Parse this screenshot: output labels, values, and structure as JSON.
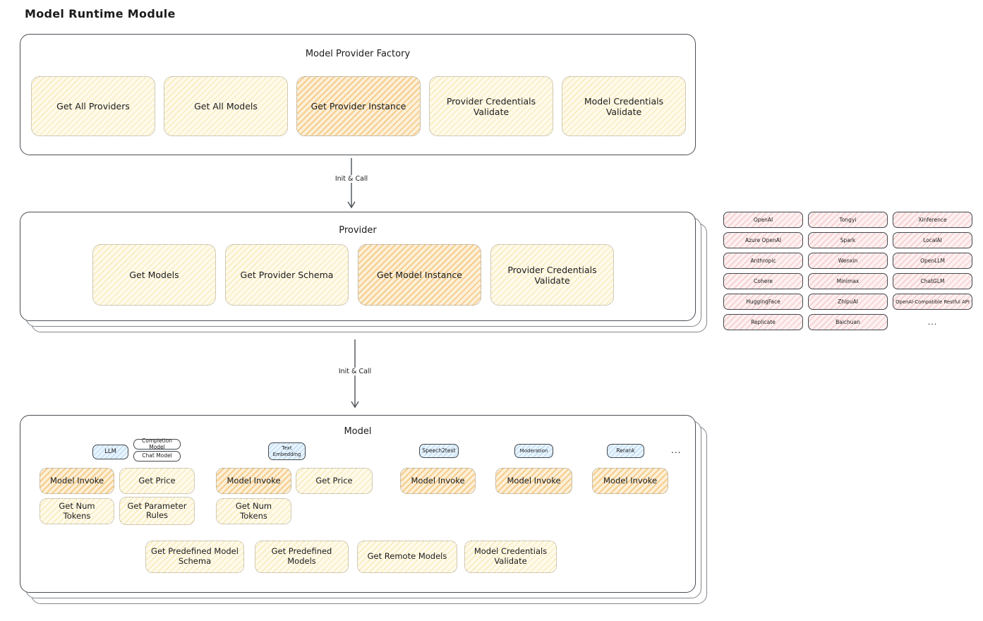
{
  "title": "Model Runtime Module",
  "colors": {
    "yellow_fill": "#fffaea",
    "yellow_stripe": "#f9ecc0",
    "orange_fill": "#fdf0d8",
    "orange_stripe": "#f5cd8e",
    "pink_fill": "#fdf0f0",
    "pink_stripe": "#f6cfcf",
    "blue_fill": "#eaf4fd",
    "blue_stripe": "#c3e0f6",
    "outline": "#4a4f55",
    "text": "#1b1b1b"
  },
  "factory": {
    "title": "Model Provider Factory",
    "boxes": [
      "Get All Providers",
      "Get All Models",
      "Get Provider Instance",
      "Provider Credentials Validate",
      "Model Credentials Validate"
    ]
  },
  "arrow1": {
    "label": "Init & Call"
  },
  "provider": {
    "title": "Provider",
    "boxes": [
      "Get Models",
      "Get Provider Schema",
      "Get Model Instance",
      "Provider Credentials Validate"
    ]
  },
  "provider_grid": [
    "OpenAI",
    "Tongyi",
    "Xinference",
    "Azure OpenAI",
    "Spark",
    "LocalAI",
    "Anthropic",
    "Wenxin",
    "OpenLLM",
    "Cohere",
    "Minimax",
    "ChatGLM",
    "HuggingFace",
    "ZhipuAI",
    "OpenAI-Compatible Restful API",
    "Replicate",
    "Baichuan",
    "..."
  ],
  "arrow2": {
    "label": "Init & Call"
  },
  "model": {
    "title": "Model",
    "tags": [
      "LLM",
      "Completion Model",
      "Chat Model",
      "Text Embedding",
      "Speech2text",
      "Moderation",
      "Rerank"
    ],
    "more": "...",
    "ops": {
      "invoke": "Model Invoke",
      "price": "Get Price",
      "tokens": "Get Num Tokens",
      "rules": "Get Parameter Rules"
    },
    "bottom": [
      "Get Predefined Model Schema",
      "Get Predefined Models",
      "Get Remote Models",
      "Model Credentials Validate"
    ]
  }
}
